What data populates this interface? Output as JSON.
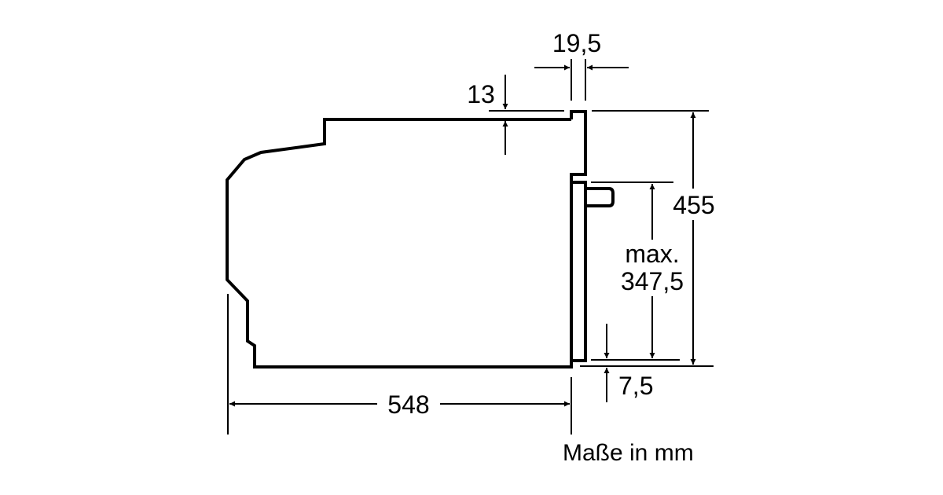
{
  "dimensions": {
    "width_19_5": "19,5",
    "top_gap_13": "13",
    "height_455": "455",
    "max_label": "max.",
    "max_height": "347,5",
    "bottom_gap": "7,5",
    "depth_548": "548"
  },
  "unit_note": "Maße in mm",
  "colors": {
    "line": "#000000",
    "background": "#ffffff"
  }
}
